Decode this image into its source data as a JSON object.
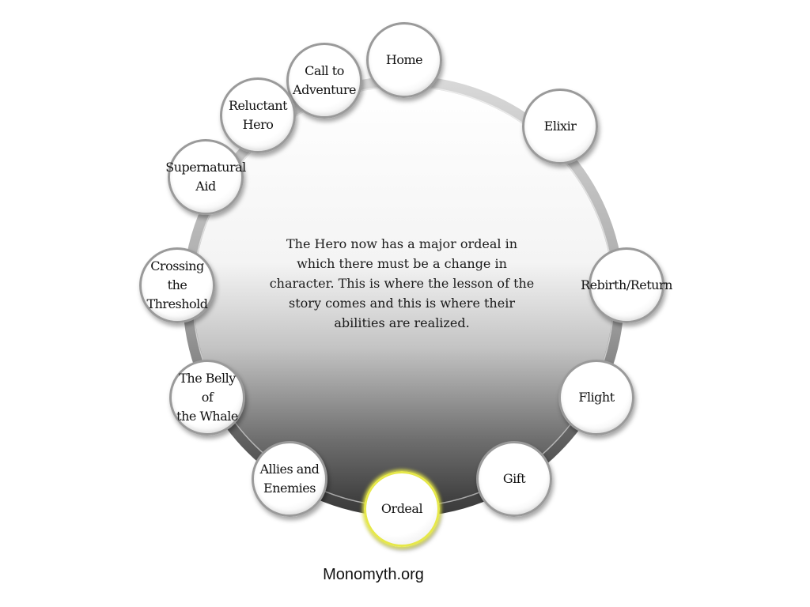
{
  "center_text": "The Hero now has a major ordeal in which there must be a change in character. This is where the lesson of the story comes and this is where their abilities are realized.",
  "caption": "Monomyth.org",
  "active_stage": "Ordeal",
  "colors": {
    "active_border": "#e6e84a",
    "ring": "#8c8c8c",
    "node_border": "#9a9a9a"
  },
  "stages": [
    {
      "id": "home",
      "label": "Home"
    },
    {
      "id": "call-to-adventure",
      "label": "Call to\nAdventure"
    },
    {
      "id": "reluctant-hero",
      "label": "Reluctant\nHero"
    },
    {
      "id": "supernatural-aid",
      "label": "Supernatural\nAid"
    },
    {
      "id": "crossing-the-threshold",
      "label": "Crossing the\nThreshold"
    },
    {
      "id": "belly-of-the-whale",
      "label": "The Belly of\nthe Whale"
    },
    {
      "id": "allies-and-enemies",
      "label": "Allies and\nEnemies"
    },
    {
      "id": "ordeal",
      "label": "Ordeal"
    },
    {
      "id": "gift",
      "label": "Gift"
    },
    {
      "id": "flight",
      "label": "Flight"
    },
    {
      "id": "rebirth-return",
      "label": "Rebirth/Return"
    },
    {
      "id": "elixir",
      "label": "Elixir"
    }
  ]
}
